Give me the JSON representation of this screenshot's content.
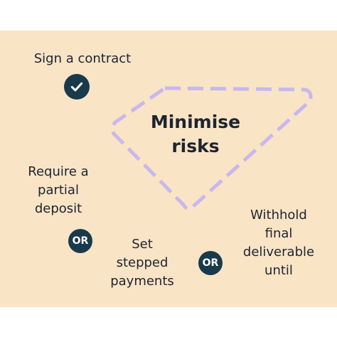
{
  "colors": {
    "panel_background": "#f9e4c6",
    "text": "#1e2430",
    "badge": "#193a4b",
    "dashed_outline": "#c7b8ee"
  },
  "diagram": {
    "title": "Minimise\nrisks",
    "items": [
      {
        "label": "Sign a contract",
        "marker": "check-icon"
      },
      {
        "label": "Require a\npartial\ndeposit"
      },
      {
        "label": "Set\nstepped\npayments"
      },
      {
        "label": "Withhold\nfinal\ndeliverable\nuntil"
      }
    ],
    "connectors": {
      "left": "OR",
      "right": "OR"
    }
  }
}
